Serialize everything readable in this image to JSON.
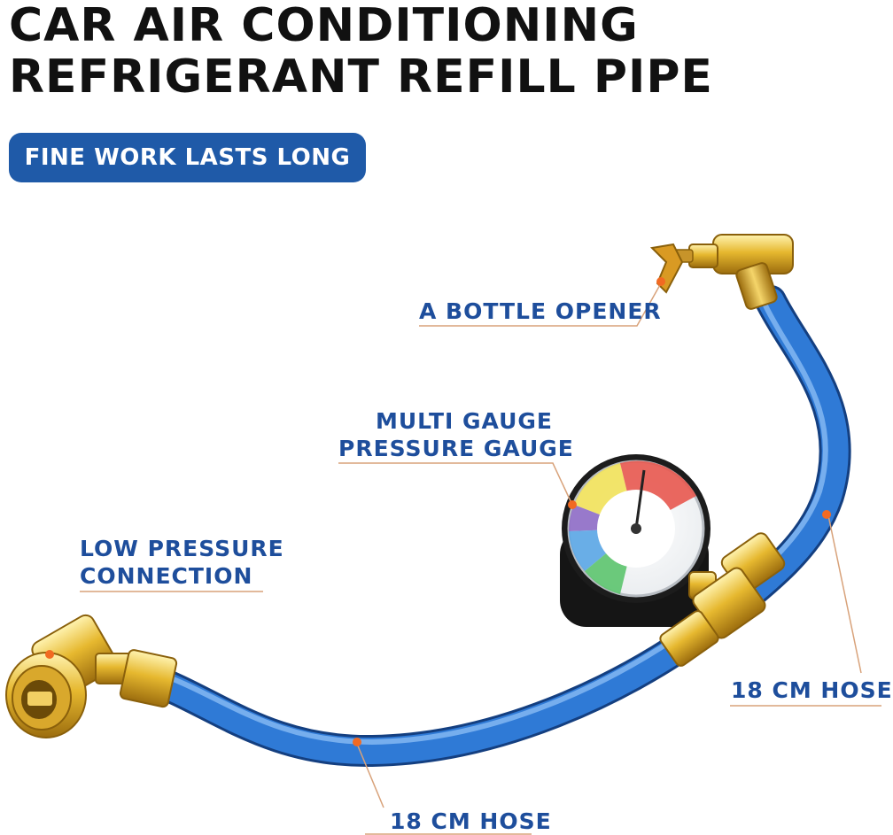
{
  "title": {
    "line1": "CAR AIR CONDITIONING",
    "line2": "REFRIGERANT REFILL PIPE"
  },
  "badge": "FINE WORK LASTS LONG",
  "callouts": {
    "bottle_opener": "A BOTTLE OPENER",
    "gauge_line1": "MULTI GAUGE",
    "gauge_line2": "PRESSURE GAUGE",
    "low_pressure_line1": "LOW PRESSURE",
    "low_pressure_line2": "CONNECTION",
    "hose_right": "18 CM HOSE",
    "hose_bottom": "18 CM HOSE"
  },
  "colors": {
    "brand_blue": "#1f5aa8",
    "hose_blue": "#2f7ad6",
    "brass": "#e0b12c",
    "callout_orange": "#f26a22",
    "leader_line": "#d8a27a"
  }
}
